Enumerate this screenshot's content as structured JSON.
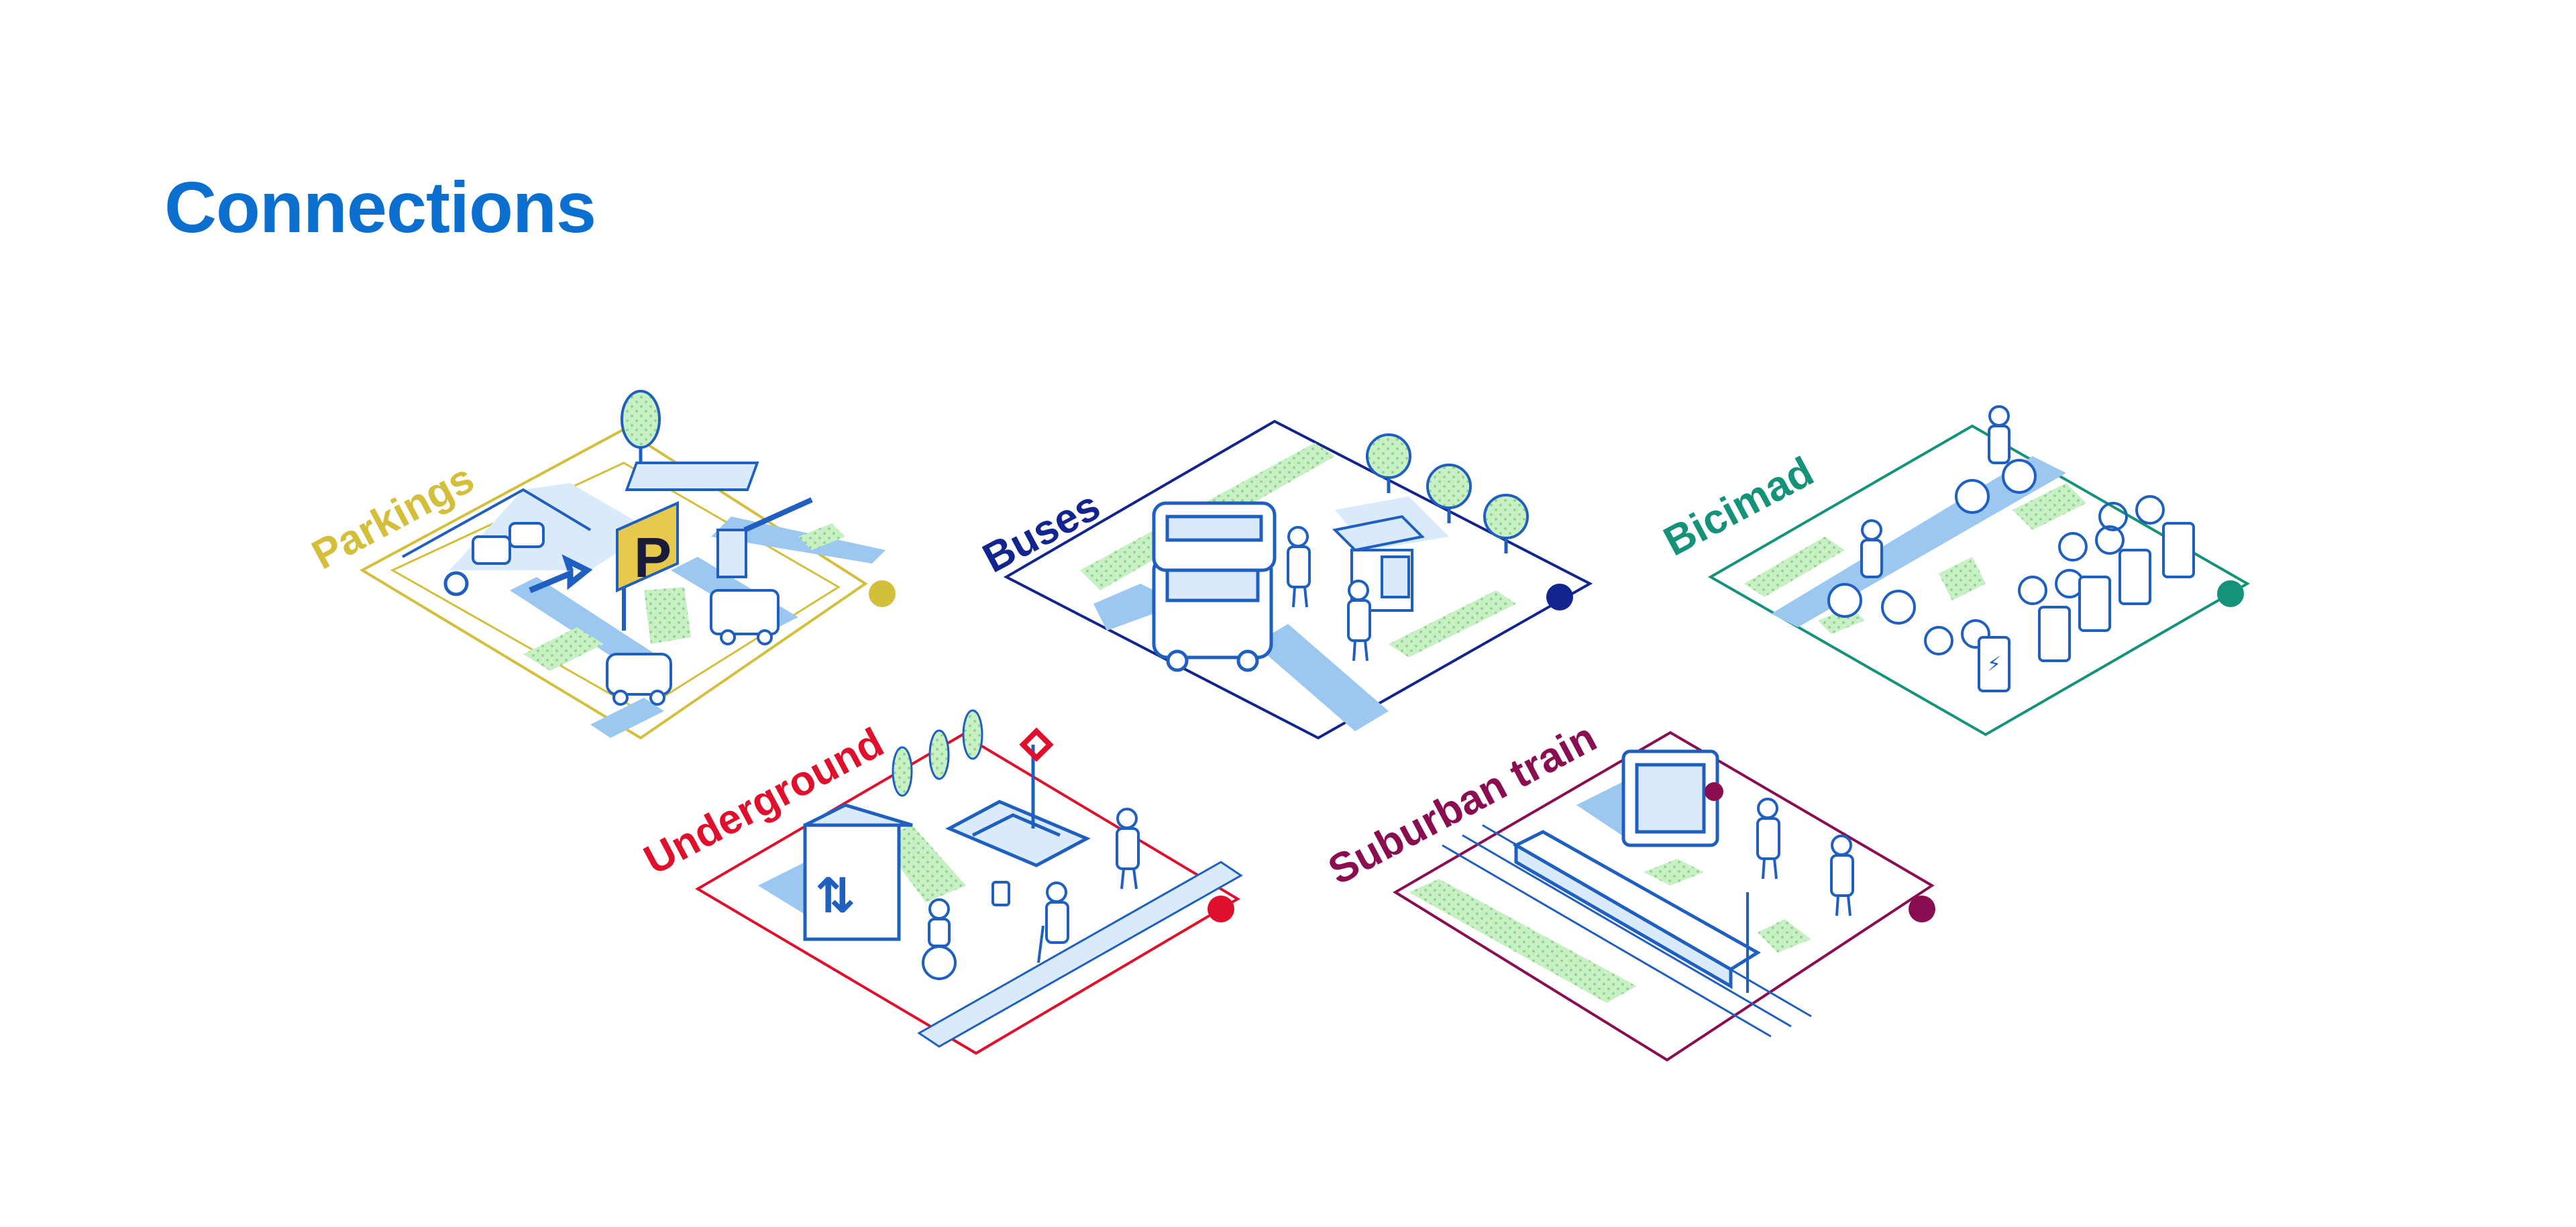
{
  "page": {
    "title": "Connections",
    "title_color": "#0b6fd0"
  },
  "palette": {
    "blue": "#1f5fbf",
    "light_blue": "#9cc7f0",
    "pale_blue": "#d9eafb",
    "green": "#8ed88a",
    "pale_green": "#c9efc4",
    "yellow_sign": "#e6c84a"
  },
  "tiles": [
    {
      "id": "parkings",
      "label": "Parkings",
      "color": "#d4bf3c",
      "icon": "parking-scene"
    },
    {
      "id": "buses",
      "label": "Buses",
      "color": "#12258f",
      "icon": "bus-scene"
    },
    {
      "id": "bicimad",
      "label": "Bicimad",
      "color": "#14937a",
      "icon": "bike-sharing-scene"
    },
    {
      "id": "underground",
      "label": "Underground",
      "color": "#e0102c",
      "icon": "underground-scene"
    },
    {
      "id": "suburban",
      "label": "Suburban train",
      "color": "#8a0d52",
      "icon": "suburban-train-scene"
    }
  ],
  "parking_sign": {
    "text": "P"
  },
  "bike_dock": {
    "symbol": "⚡"
  }
}
